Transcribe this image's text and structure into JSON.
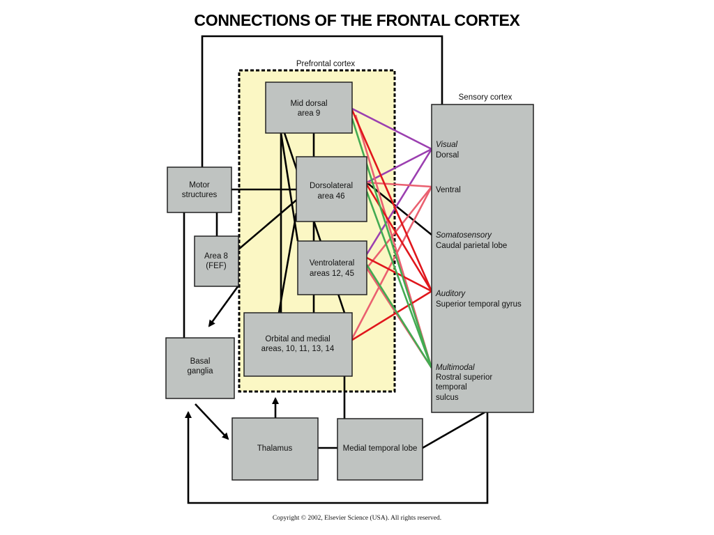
{
  "title": "CONNECTIONS OF  THE FRONTAL CORTEX",
  "copyright": "Copyright © 2002, Elsevier Science (USA). All rights reserved.",
  "colors": {
    "prefrontal_fill": "#fbf7c4",
    "box_fill": "#bfc3c1",
    "purple": "#9b3fb0",
    "red": "#e0161c",
    "pink": "#ea6070",
    "green": "#43ab52",
    "black": "#000000"
  },
  "prefrontal": {
    "label": "Prefrontal cortex",
    "boxes": {
      "mid_dorsal": [
        "Mid dorsal",
        "area 9"
      ],
      "dorsolateral": [
        "Dorsolateral",
        "area 46"
      ],
      "ventrolateral": [
        "Ventrolateral",
        "areas 12, 45"
      ],
      "orbital": [
        "Orbital and medial",
        "areas, 10, 11, 13, 14"
      ]
    }
  },
  "left": {
    "motor": [
      "Motor",
      "structures"
    ],
    "area8": [
      "Area 8",
      "(FEF)"
    ],
    "basal": [
      "Basal",
      "ganglia"
    ]
  },
  "bottom": {
    "thalamus": "Thalamus",
    "medial_temporal": "Medial temporal lobe"
  },
  "sensory": {
    "label": "Sensory cortex",
    "visual_heading": "Visual",
    "dorsal": "Dorsal",
    "ventral": "Ventral",
    "somato_heading": "Somatosensory",
    "somato_sub": "Caudal parietal lobe",
    "auditory_heading": "Auditory",
    "auditory_sub": "Superior temporal gyrus",
    "multimodal_heading": "Multimodal",
    "multimodal_lines": [
      "Rostral superior",
      "temporal",
      "sulcus"
    ]
  }
}
